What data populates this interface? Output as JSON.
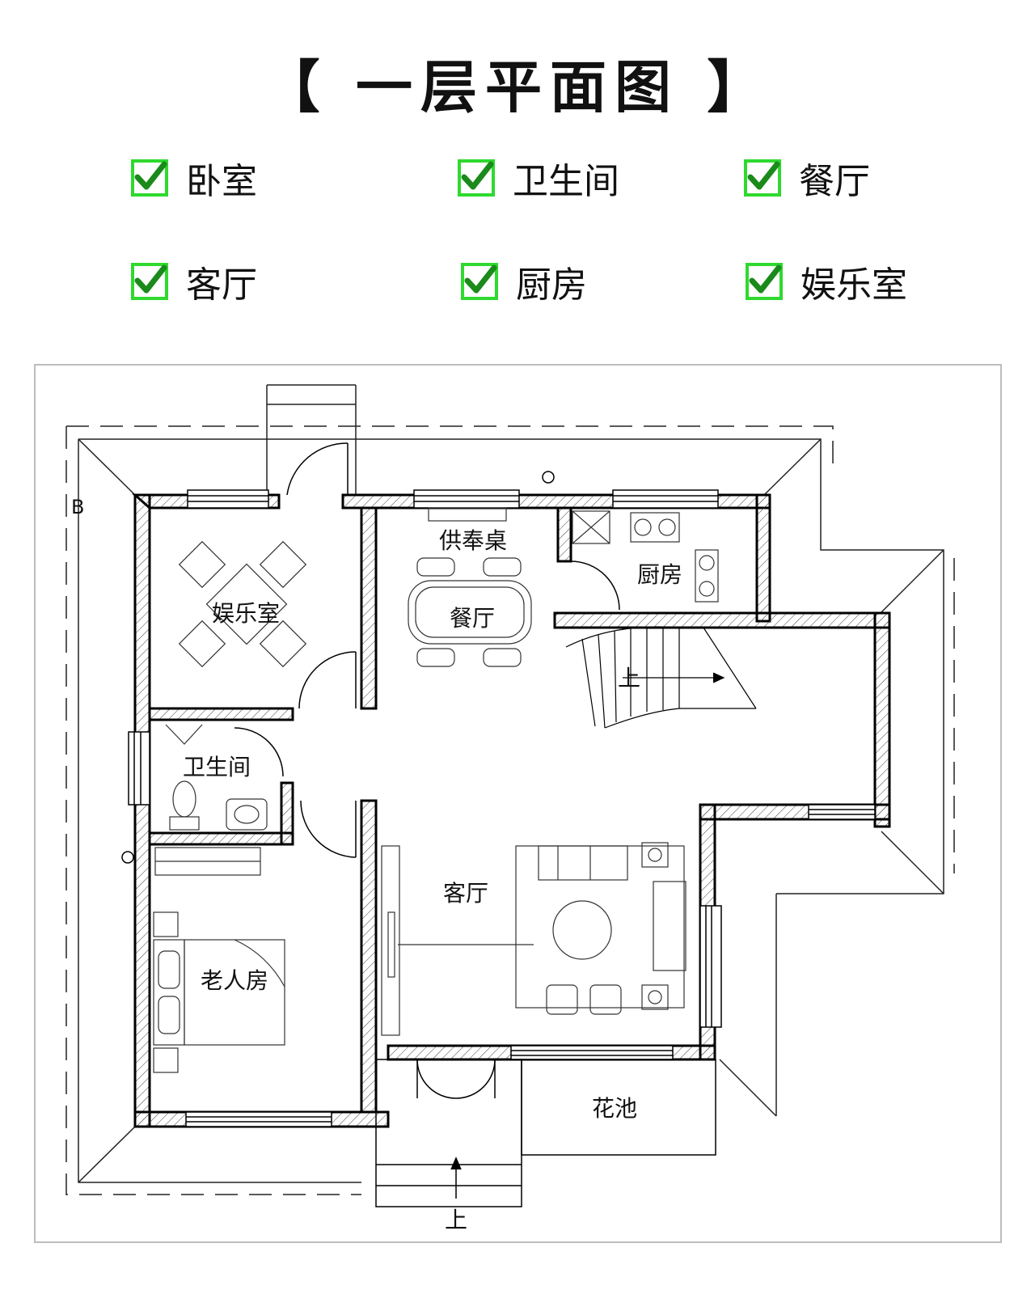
{
  "title": "【 一层平面图 】",
  "features": [
    {
      "label": "卧室"
    },
    {
      "label": "卫生间"
    },
    {
      "label": "餐厅"
    },
    {
      "label": "客厅"
    },
    {
      "label": "厨房"
    },
    {
      "label": "娱乐室"
    }
  ],
  "plan": {
    "rooms": {
      "entertainment": "娱乐室",
      "altar": "供奉桌",
      "dining": "餐厅",
      "kitchen": "厨房",
      "bathroom": "卫生间",
      "living": "客厅",
      "elder_room": "老人房",
      "flower_bed": "花池"
    },
    "stair_up": "上",
    "entry_up": "上",
    "axis_mark": "B"
  },
  "colors": {
    "check_box_border": "#2fd92f",
    "check_mark": "#1a8a1a",
    "wall": "#000000",
    "frame": "#bdbdbd"
  },
  "icons": [
    "check-icon"
  ]
}
